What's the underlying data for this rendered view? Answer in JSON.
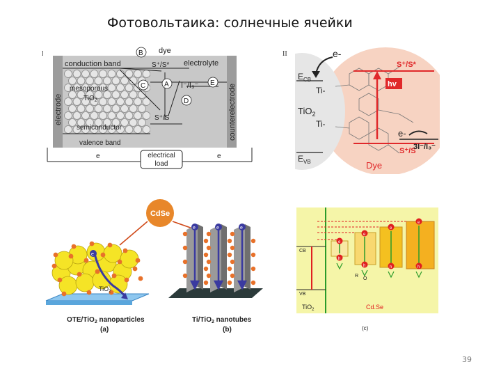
{
  "slide": {
    "title": "Фотовольтаика: солнечные ячейки",
    "page_number": "39",
    "panel_numerals": [
      "I",
      "II"
    ]
  },
  "panel1": {
    "labels": {
      "electrode": "electrode",
      "conduction_band": "conduction band",
      "dye": "dye",
      "electrolyte": "electrolyte",
      "mesoporous": "mesoporous",
      "tio2": "TiO",
      "tio2_sub": "2",
      "semiconductor": "semiconductor",
      "valence_band": "valence band",
      "counterelectrode": "counterelectrode",
      "s_excited": "S⁺/S*",
      "s_ground": "S⁺/S",
      "redox": "I⁻/I₃⁻",
      "e_left": "e",
      "e_right": "e",
      "load_1": "electrical",
      "load_2": "load"
    },
    "markers": [
      "B",
      "C",
      "A",
      "D",
      "E"
    ]
  },
  "panel2": {
    "labels": {
      "e_top": "e-",
      "ecb": "E",
      "ecb_sub": "CB",
      "ti_top": "Ti-",
      "tio2": "TiO",
      "tio2_sub": "2",
      "ti_bottom": "Ti-",
      "evb": "E",
      "evb_sub": "VB",
      "s_excited": "S⁺/S*",
      "hv": "hv",
      "e_bottom": "e-",
      "s_ground": "S⁺/S",
      "redox": "3I⁻/I₃⁻",
      "dye": "Dye"
    },
    "colors": {
      "dye_fill": "#f7d3c2",
      "tio2_fill": "#e6e6e6",
      "accent": "#e0282a"
    }
  },
  "panel3": {
    "labels": {
      "cdse": "CdSe",
      "left_caption_a": "OTE/TiO",
      "left_caption_sub": "2",
      "left_caption_b": " nanoparticles",
      "left_tag": "(a)",
      "tio2": "TiO",
      "tio2_sub": "2",
      "right_caption_a": "Ti/TiO",
      "right_caption_sub": "2",
      "right_caption_b": " nanotubes",
      "right_tag": "(b)",
      "electron": "e"
    }
  },
  "panel4": {
    "labels": {
      "cb": "CB",
      "vb": "VB",
      "tio2": "TiO",
      "tio2_sub": "2",
      "cdse": "Cd.Se",
      "r": "R",
      "o": "O",
      "tag": "(c)",
      "e": "e",
      "h": "h"
    },
    "colors": {
      "background": "#f5f5a8",
      "tio2_line": "#2a9b2a",
      "accent": "#e02020"
    }
  }
}
